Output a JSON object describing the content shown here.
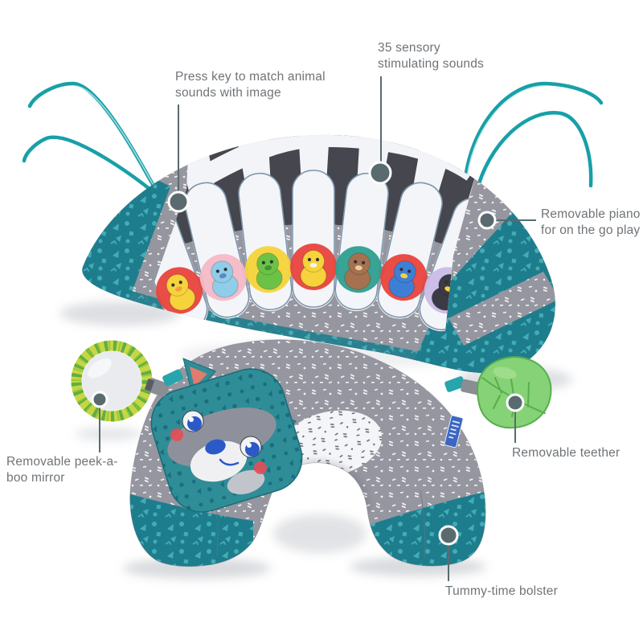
{
  "callouts": [
    {
      "id": "press-key",
      "text": "Press key to match animal sounds with image"
    },
    {
      "id": "sensory-sounds",
      "text": "35 sensory stimulating sounds"
    },
    {
      "id": "removable-piano",
      "text": "Removable piano for on the go play"
    },
    {
      "id": "removable-teether",
      "text": "Removable teether"
    },
    {
      "id": "peek-a-boo-mirror",
      "text": "Removable peek-a-boo mirror"
    },
    {
      "id": "tummy-time-bolster",
      "text": "Tummy-time bolster"
    }
  ],
  "piano": {
    "white_key_count": 7,
    "black_key_count": 8,
    "animals": [
      {
        "name": "duck",
        "bg": "#E8433C",
        "body": "#F6D33B",
        "accent": "#F2A03C"
      },
      {
        "name": "elephant",
        "bg": "#F4B8C6",
        "body": "#8FCDE8",
        "accent": "#5B89C8"
      },
      {
        "name": "frog",
        "bg": "#F6D33B",
        "body": "#6CC244",
        "accent": "#3E9431"
      },
      {
        "name": "lion",
        "bg": "#E8433C",
        "body": "#F6D33B",
        "accent": "#F7F1E3"
      },
      {
        "name": "monkey",
        "bg": "#2E9E8F",
        "body": "#A6714E",
        "accent": "#EBCBA4"
      },
      {
        "name": "parrot",
        "bg": "#E8433C",
        "body": "#3E7FD6",
        "accent": "#F6D33B"
      },
      {
        "name": "toucan",
        "bg": "#C9BCE6",
        "body": "#3B3B46",
        "accent": "#F6D33B"
      }
    ]
  },
  "colors": {
    "teal_fabric": "#1E7D8D",
    "teal_light": "#43ACB6",
    "gray_fabric": "#95969F",
    "dark_key": "#46464F",
    "key_white": "#F2F4F8",
    "key_outline": "#7E96AB",
    "ribbon": "#17A0A8",
    "leaf_green": "#86D276",
    "mirror_ring_yellow": "#C7D644",
    "mirror_ring_green": "#4FA83F",
    "raccoon_head_teal": "#2F8D98",
    "raccoon_blue": "#2B59C8",
    "cheek_red": "#E84D55",
    "ear_coral": "#E07B6E",
    "callout_dot": "#5A6B70",
    "label_text": "#6F7478"
  }
}
